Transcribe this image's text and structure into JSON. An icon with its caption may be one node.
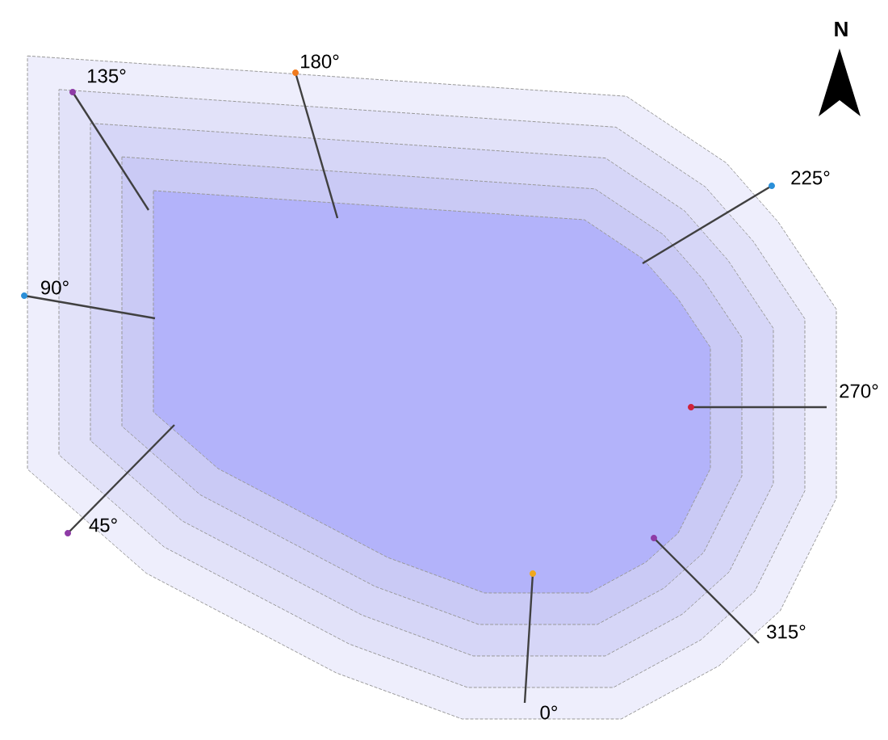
{
  "diagram": {
    "labels": [
      "N",
      "135°",
      "180°",
      "225°",
      "90°",
      "270°",
      "45°",
      "315°",
      "0°"
    ]
  }
}
